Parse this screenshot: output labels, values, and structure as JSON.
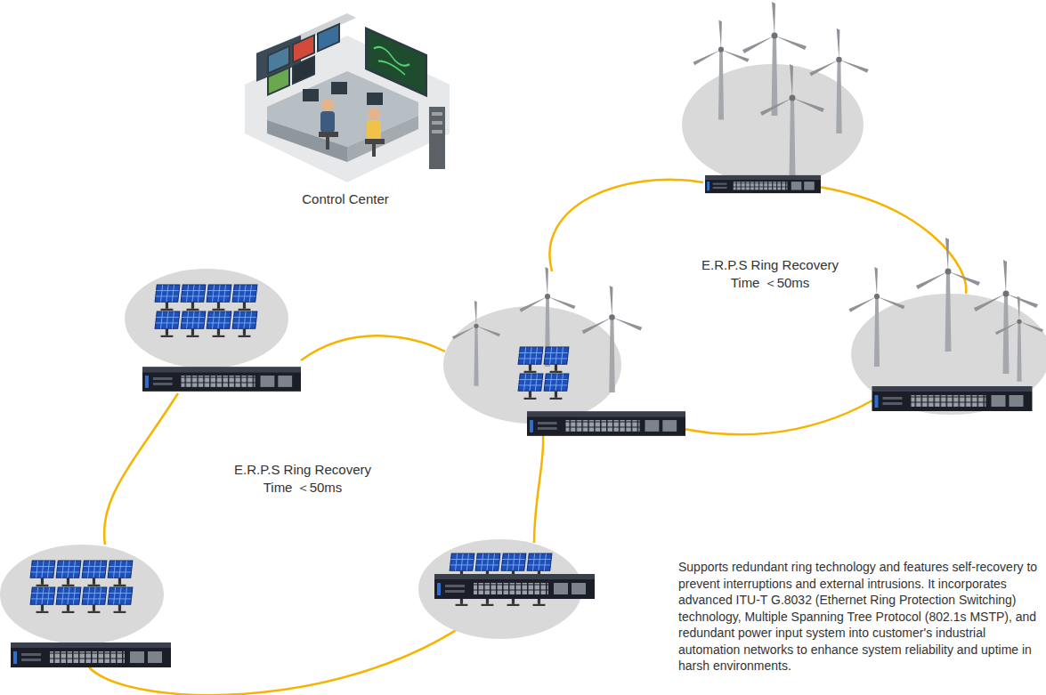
{
  "diagram": {
    "labels": [
      "Control Center",
      "E.R.P.S Ring Recovery Time ＜50ms",
      "E.R.P.S Ring Recovery Time ＜50ms",
      "Supports redundant ring technology and features self-recovery to prevent interruptions and external intrusions. It incorporates advanced ITU-T G.8032 (Ethernet Ring Protection Switching) technology, Multiple Spanning Tree Protocol (802.1s MSTP), and redundant power input system into customer's industrial automation networks to enhance system reliability and uptime in harsh environments."
    ]
  }
}
